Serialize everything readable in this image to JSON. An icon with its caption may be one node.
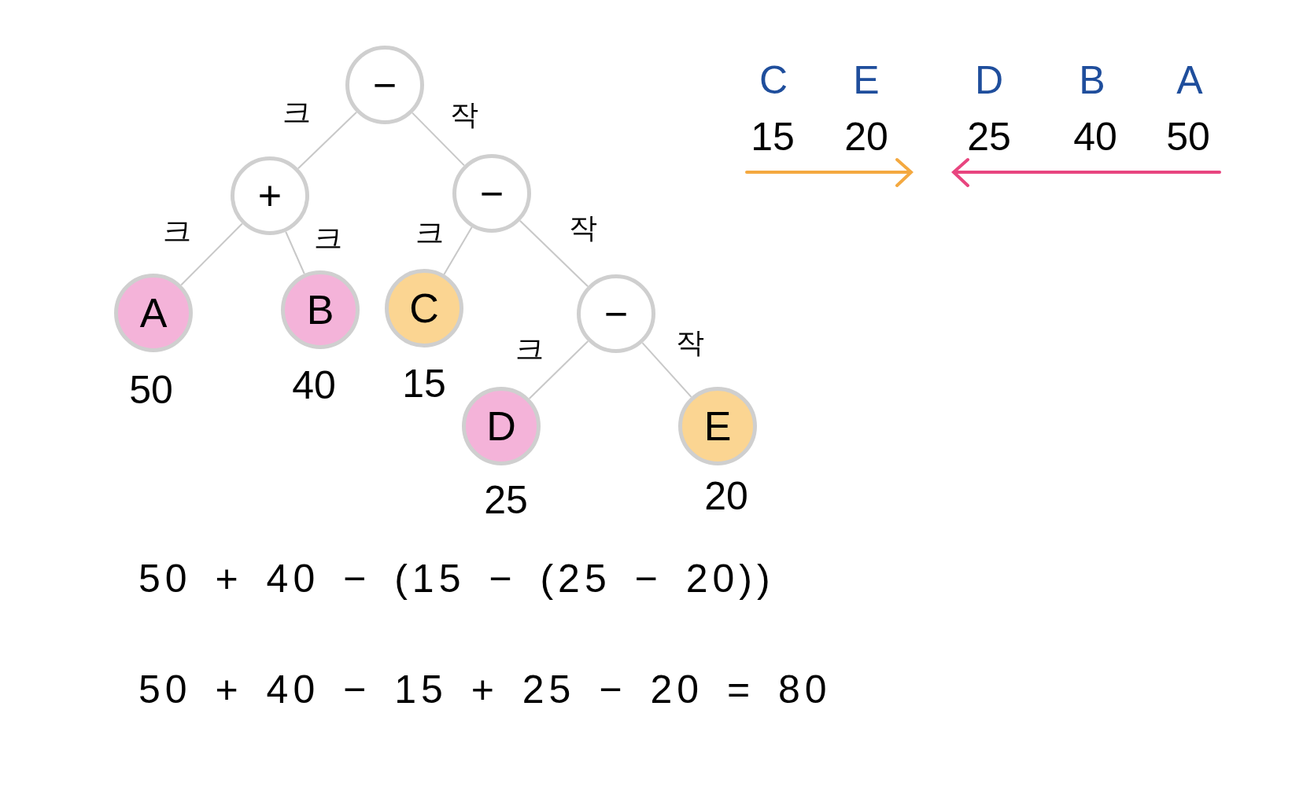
{
  "diagram": {
    "nodes": [
      {
        "text": [
          "−"
        ]
      },
      {
        "text": [
          "+"
        ]
      },
      {
        "text": [
          "−"
        ]
      },
      {
        "text": [
          "A"
        ],
        "beside": [
          "50"
        ]
      },
      {
        "text": [
          "B"
        ],
        "beside": [
          "40"
        ]
      },
      {
        "text": [
          "C"
        ],
        "beside": [
          "15"
        ]
      },
      {
        "text": [
          "−"
        ]
      },
      {
        "text": [
          "D"
        ],
        "beside": [
          "25"
        ]
      },
      {
        "text": [
          "E"
        ],
        "beside": [
          "20"
        ]
      }
    ],
    "edges": [
      {
        "from": 0,
        "to": 1,
        "arrow": "none",
        "label": "크"
      },
      {
        "from": 0,
        "to": 2,
        "arrow": "none",
        "label": "작"
      },
      {
        "from": 1,
        "to": 3,
        "arrow": "none",
        "label": "크"
      },
      {
        "from": 1,
        "to": 4,
        "arrow": "none",
        "label": "크"
      },
      {
        "from": 2,
        "to": 5,
        "arrow": "none",
        "label": "크"
      },
      {
        "from": 2,
        "to": 6,
        "arrow": "none",
        "label": "작"
      },
      {
        "from": 6,
        "to": 7,
        "arrow": "none",
        "label": "크"
      },
      {
        "from": 6,
        "to": 8,
        "arrow": "none",
        "label": "작"
      }
    ],
    "labels": [
      "C",
      "E",
      "D",
      "B",
      "A",
      "15",
      "20",
      "25",
      "40",
      "50",
      "50 + 40 − (15 − (25 − 20))",
      "50 + 40 − 15 + 25 − 20 = 80"
    ]
  }
}
